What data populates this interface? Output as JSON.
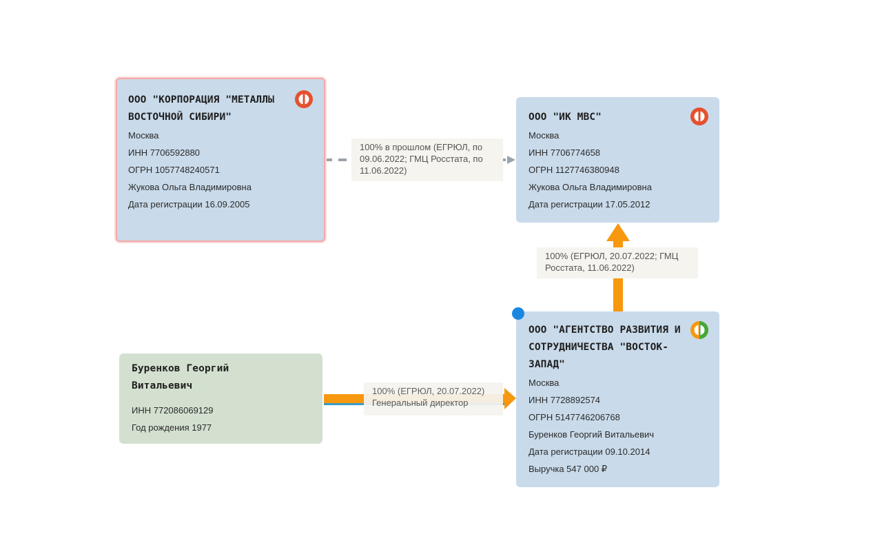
{
  "nodes": {
    "korporaciya": {
      "title": "ООО \"КОРПОРАЦИЯ \"МЕТАЛЛЫ ВОСТОЧНОЙ СИБИРИ\"",
      "city": "Москва",
      "inn": "ИНН 7706592880",
      "ogrn": "ОГРН 1057748240571",
      "head": "Жукова Ольга Владимировна",
      "reg_date": "Дата регистрации 16.09.2005",
      "status_icon": "liquidated-status-icon"
    },
    "ik_mvs": {
      "title": "ООО \"ИК МВС\"",
      "city": "Москва",
      "inn": "ИНН 7706774658",
      "ogrn": "ОГРН 1127746380948",
      "head": "Жукова Ольга Владимировна",
      "reg_date": "Дата регистрации 17.05.2012",
      "status_icon": "liquidated-status-icon"
    },
    "agentstvo": {
      "title": "ООО \"АГЕНТСТВО РАЗВИТИЯ И СОТРУДНИЧЕСТВА \"ВОСТОК-ЗАПАД\"",
      "city": "Москва",
      "inn": "ИНН 7728892574",
      "ogrn": "ОГРН 5147746206768",
      "head": "Буренков Георгий Витальевич",
      "reg_date": "Дата регистрации 09.10.2014",
      "revenue": "Выручка 547 000 ₽",
      "status_icon": "partial-status-icon"
    },
    "burenkov": {
      "title": "Буренков Георгий Витальевич",
      "inn": "ИНН 772086069129",
      "birth": "Год рождения 1977"
    }
  },
  "edges": {
    "past_ownership": {
      "label": "100% в прошлом (ЕГРЮЛ, по 09.06.2022; ГМЦ Росстата, по 11.06.2022)"
    },
    "ownership_ik": {
      "label": "100% (ЕГРЮЛ, 20.07.2022; ГМЦ Росстата, 11.06.2022)"
    },
    "person_link": {
      "label_line1": "100% (ЕГРЮЛ, 20.07.2022)",
      "label_line2": "Генеральный директор"
    }
  },
  "colors": {
    "company_bg": "#c9daea",
    "person_bg": "#d3e0cf",
    "selected_border": "#f3aaa9",
    "ownership_arrow": "#f7980f",
    "past_arrow": "#9aa3ab",
    "director_line": "#3a9ac4",
    "status_red": "#e5512f",
    "status_green": "#47a73a",
    "marker_blue": "#1a88e0"
  }
}
